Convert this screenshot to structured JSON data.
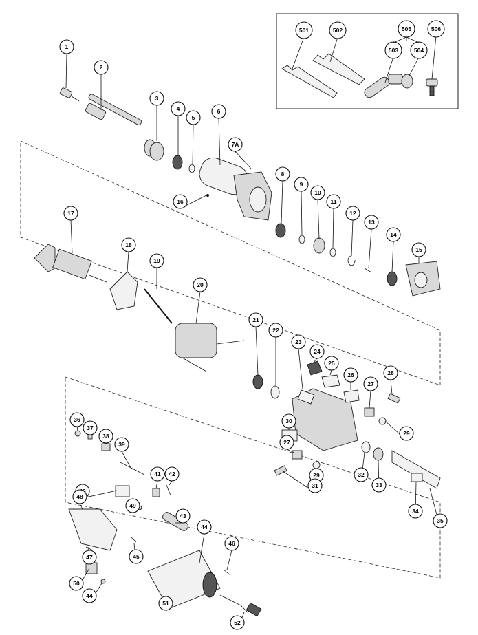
{
  "callouts": [
    "1",
    "2",
    "3",
    "4",
    "5",
    "6",
    "7A",
    "8",
    "9",
    "10",
    "11",
    "12",
    "13",
    "14",
    "15",
    "16",
    "17",
    "18",
    "19",
    "20",
    "21",
    "22",
    "23",
    "24",
    "25",
    "26",
    "27",
    "28",
    "29",
    "30",
    "27",
    "29",
    "31",
    "32",
    "33",
    "34",
    "35",
    "36",
    "37",
    "38",
    "39",
    "40",
    "41",
    "42",
    "43",
    "44",
    "45",
    "46",
    "47",
    "48",
    "49",
    "50",
    "44",
    "51",
    "52",
    "501",
    "502",
    "503",
    "504",
    "505",
    "506"
  ],
  "colors": {
    "line": "#111111",
    "part_fill": "#d9d9d9",
    "dark_fill": "#555555",
    "background": "#ffffff"
  }
}
